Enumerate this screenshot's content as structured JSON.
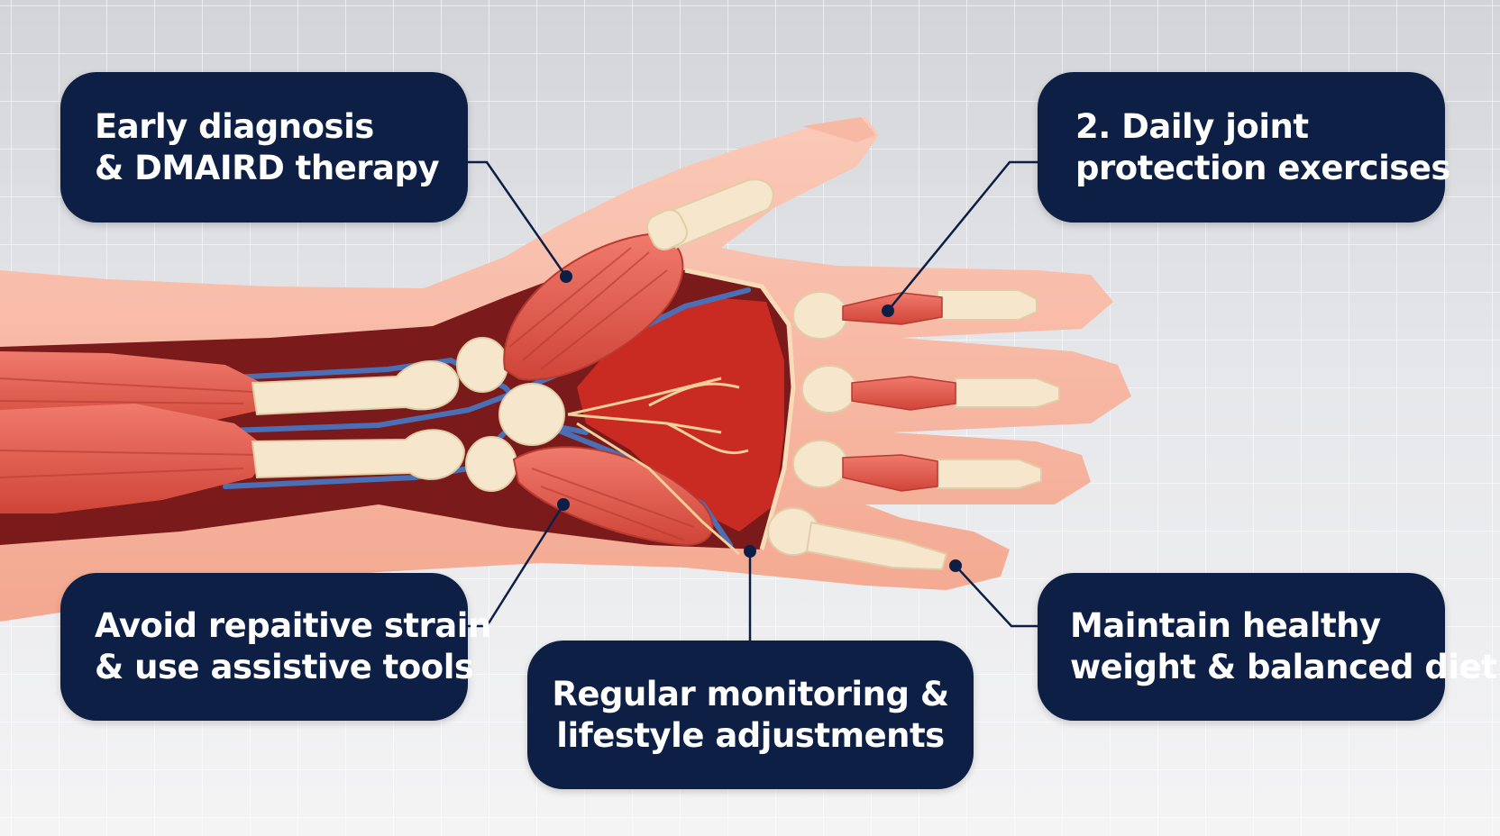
{
  "callouts": {
    "top_left": {
      "line1": "Early diagnosis",
      "line2": "& DMAIRD therapy"
    },
    "top_right": {
      "line1": "2. Daily joint",
      "line2": "protection exercises"
    },
    "bottom_left": {
      "line1": "Avoid repaitive strain",
      "line2": "& use assistive tools"
    },
    "bottom_center": {
      "line1": "Regular monitoring &",
      "line2": "lifestyle adjustments"
    },
    "bottom_right": {
      "line1": "Maintain healthy",
      "line2": "weight & balanced diet"
    }
  },
  "colors": {
    "callout_bg": "#0d1f45",
    "callout_text": "#ffffff",
    "skin": "#f7b7a3",
    "muscle": "#e0574b",
    "bone": "#f6e7cc",
    "vein": "#4a6fb5",
    "cavity": "#7a1a1a",
    "leader_line": "#0d1f45"
  }
}
